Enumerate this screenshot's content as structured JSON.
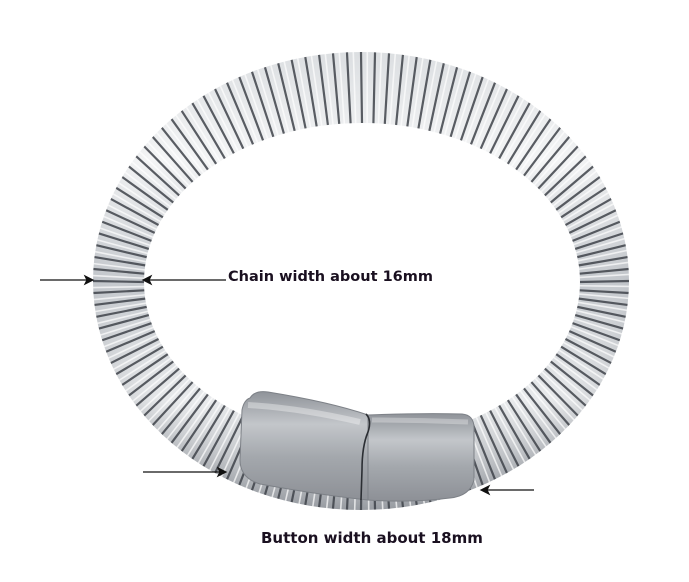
{
  "image": {
    "subject": "stainless steel flex coil bracelet with brushed magnetic clasp",
    "background_color": "#ffffff",
    "metal_light": "#eef0f2",
    "metal_mid": "#b8bcc2",
    "metal_dark": "#4a4e55",
    "clasp_color": "#a9adb2"
  },
  "annotations": {
    "chain_width": {
      "label": "Chain width about 16mm"
    },
    "button_width": {
      "label": "Button width about 18mm"
    }
  },
  "arrow_color": "#111111"
}
